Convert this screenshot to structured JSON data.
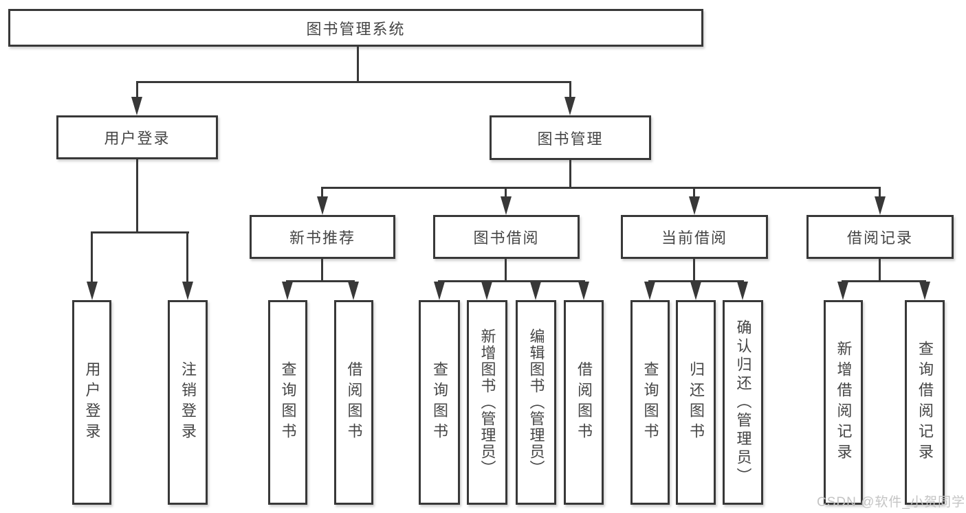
{
  "colors": {
    "line": "#383838",
    "text": "#454545",
    "watermark": "#c4c4c4",
    "background": "#ffffff"
  },
  "diagram": {
    "root": {
      "label": "图书管理系统"
    },
    "level2": [
      {
        "label": "用户登录"
      },
      {
        "label": "图书管理"
      }
    ],
    "level3": [
      {
        "label": "新书推荐",
        "parent": "图书管理"
      },
      {
        "label": "图书借阅",
        "parent": "图书管理"
      },
      {
        "label": "当前借阅",
        "parent": "图书管理"
      },
      {
        "label": "借阅记录",
        "parent": "图书管理"
      }
    ],
    "leaves": [
      {
        "label": "用户登录",
        "parent": "用户登录"
      },
      {
        "label": "注销登录",
        "parent": "用户登录"
      },
      {
        "label": "查询图书",
        "parent": "新书推荐"
      },
      {
        "label": "借阅图书",
        "parent": "新书推荐"
      },
      {
        "label": "查询图书",
        "parent": "图书借阅"
      },
      {
        "label": "新增图书（管理员）",
        "parent": "图书借阅"
      },
      {
        "label": "编辑图书（管理员）",
        "parent": "图书借阅"
      },
      {
        "label": "借阅图书",
        "parent": "图书借阅"
      },
      {
        "label": "查询图书",
        "parent": "当前借阅"
      },
      {
        "label": "归还图书",
        "parent": "当前借阅"
      },
      {
        "label": "确认归还（管理员）",
        "parent": "当前借阅"
      },
      {
        "label": "新增借阅记录",
        "parent": "借阅记录"
      },
      {
        "label": "查询借阅记录",
        "parent": "借阅记录"
      }
    ]
  },
  "watermark": {
    "text": "CSDN @软件_小贺同学"
  }
}
